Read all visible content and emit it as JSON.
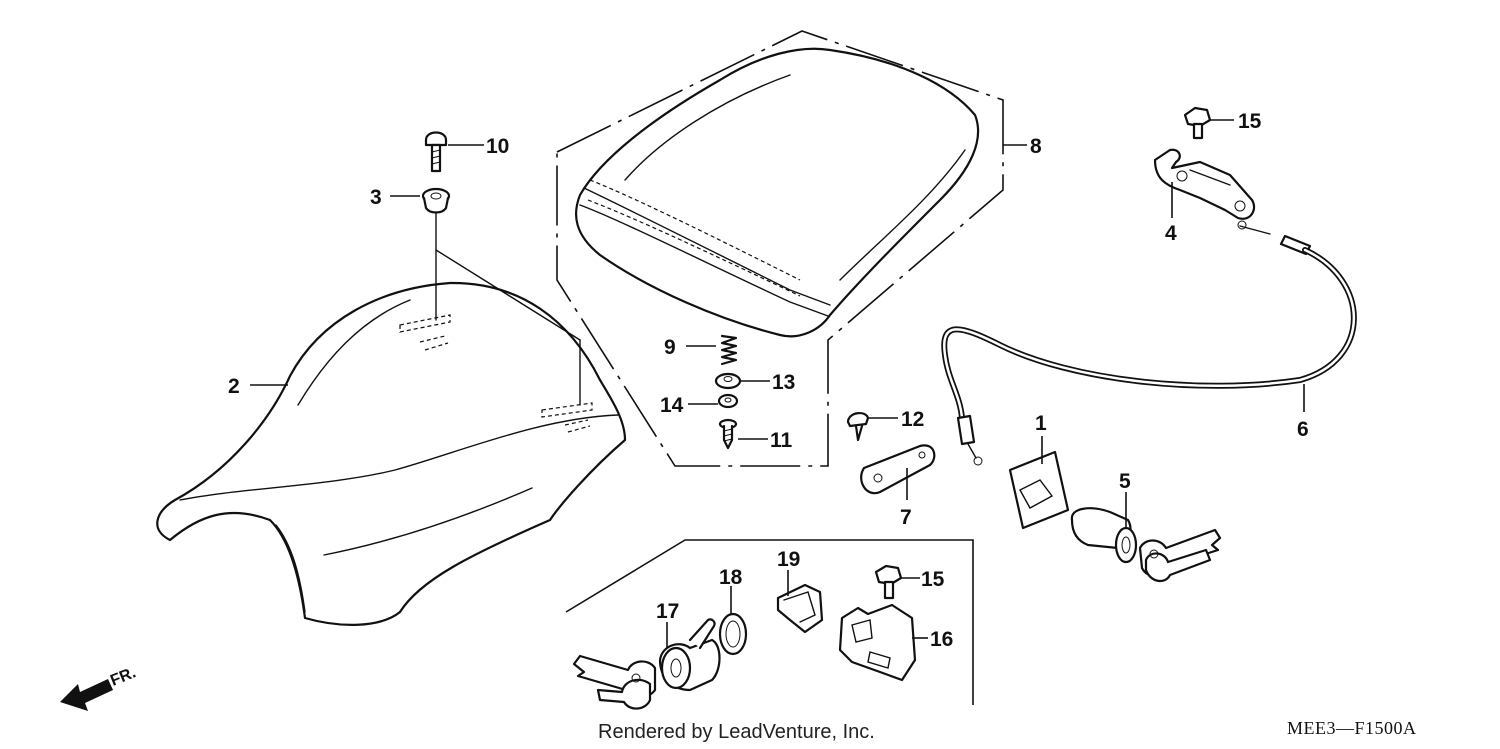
{
  "diagram": {
    "callouts": [
      "1",
      "2",
      "3",
      "4",
      "5",
      "6",
      "7",
      "8",
      "9",
      "10",
      "11",
      "12",
      "13",
      "14",
      "15",
      "15",
      "16",
      "17",
      "18",
      "19"
    ],
    "front_indicator": "FR.",
    "credit": "Rendered by LeadVenture, Inc.",
    "diagram_code": "MEE3—F1500A"
  }
}
